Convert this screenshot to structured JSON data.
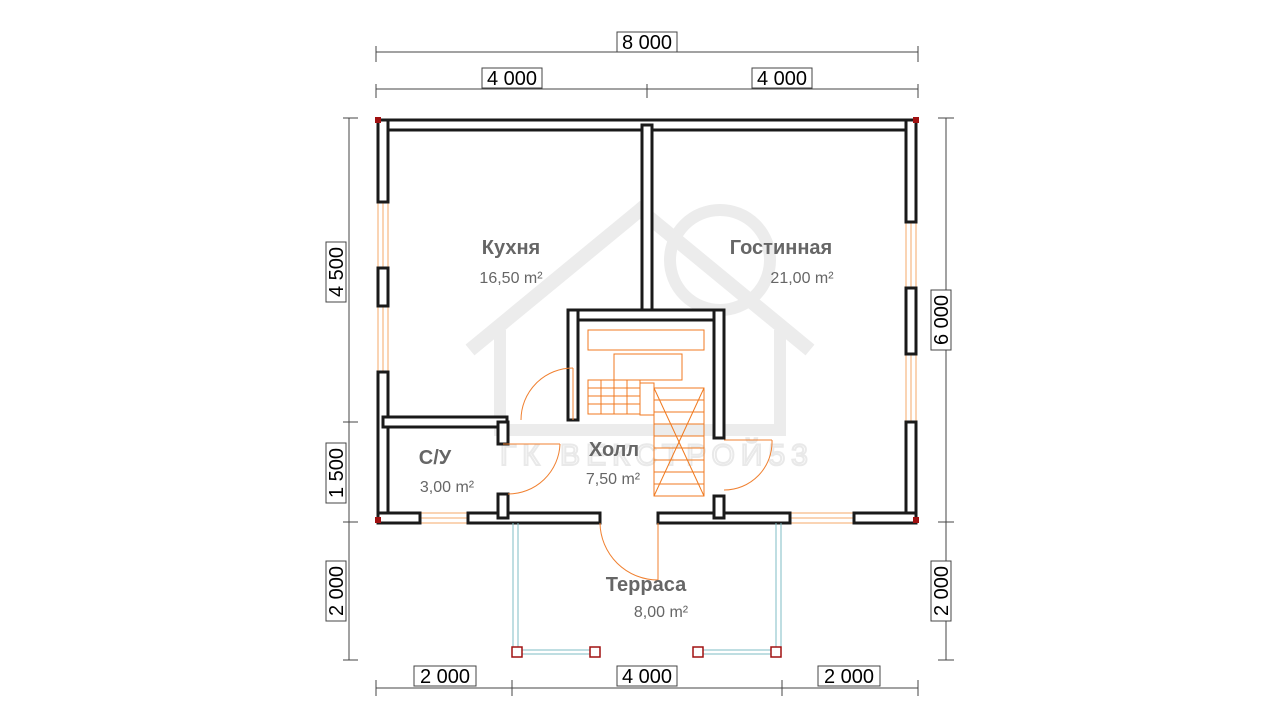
{
  "dimensions": {
    "top_total": "8 000",
    "top_left": "4 000",
    "top_right": "4 000",
    "left_upper": "4 500",
    "left_lower": "1 500",
    "left_terrace": "2 000",
    "right_main": "6 000",
    "right_terrace": "2 000",
    "bottom_left": "2 000",
    "bottom_mid": "4 000",
    "bottom_right": "2 000"
  },
  "rooms": {
    "kitchen": {
      "name": "Кухня",
      "area": "16,50 m²"
    },
    "living": {
      "name": "Гостинная",
      "area": "21,00 m²"
    },
    "bathroom": {
      "name": "С/У",
      "area": "3,00 m²"
    },
    "hall": {
      "name": "Холл",
      "area": "7,50 m²"
    },
    "terrace": {
      "name": "Терраса",
      "area": "8,00 m²"
    }
  },
  "watermark": "ГК ВЕКСТРОЙ53",
  "colors": {
    "wall": "#1a1a1a",
    "window": "#f5a86a",
    "door": "#f08030",
    "stairs": "#f07a20",
    "terrace_rail": "#7fbcc4",
    "corner": "#a01010",
    "text": "#666666"
  }
}
